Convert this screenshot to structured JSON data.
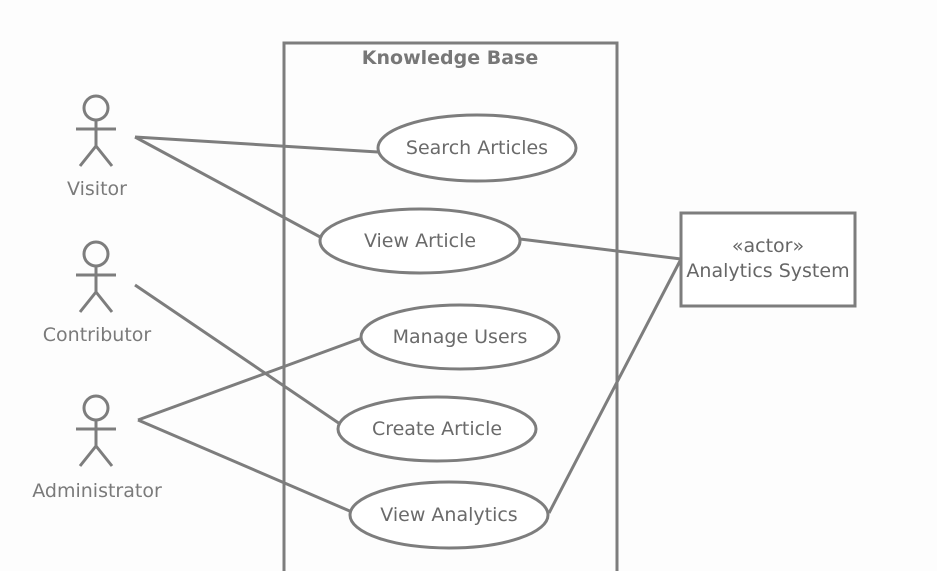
{
  "system": {
    "title": "Knowledge Base"
  },
  "actors": [
    {
      "id": "visitor",
      "label": "Visitor"
    },
    {
      "id": "contributor",
      "label": "Contributor"
    },
    {
      "id": "administrator",
      "label": "Administrator"
    }
  ],
  "use_cases": [
    {
      "id": "search",
      "label": "Search Articles"
    },
    {
      "id": "view",
      "label": "View Article"
    },
    {
      "id": "manage",
      "label": "Manage Users"
    },
    {
      "id": "create",
      "label": "Create Article"
    },
    {
      "id": "analytics",
      "label": "View Analytics"
    }
  ],
  "external_system": {
    "stereotype": "«actor»",
    "label": "Analytics System"
  },
  "associations": [
    {
      "from": "visitor",
      "to": "search"
    },
    {
      "from": "visitor",
      "to": "view"
    },
    {
      "from": "contributor",
      "to": "create"
    },
    {
      "from": "administrator",
      "to": "manage"
    },
    {
      "from": "administrator",
      "to": "analytics"
    },
    {
      "from": "view",
      "to": "analytics_system"
    },
    {
      "from": "analytics",
      "to": "analytics_system"
    }
  ]
}
